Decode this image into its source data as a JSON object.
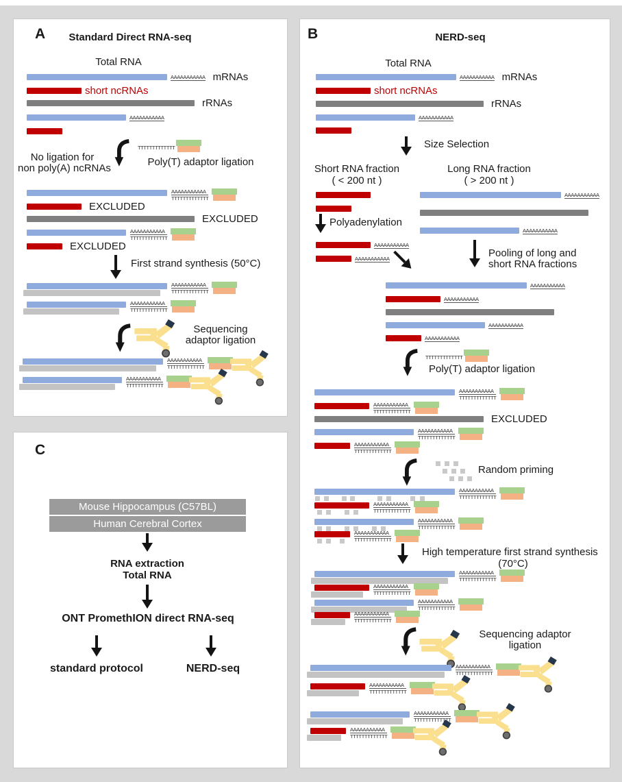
{
  "colors": {
    "mrna_blue": "#8FAADC",
    "ncrna_red": "#C00000",
    "rrna_gray": "#7F7F7F",
    "cdna_gray": "#C3C3C3",
    "adaptor_green": "#A9D18E",
    "adaptor_orange": "#F4B183",
    "seq_adaptor_yellow": "#FADF8F",
    "motor_cap_dark": "#26374C",
    "motor_circle_gray": "#6E6E6E",
    "primer_gray": "#C9C9C9",
    "background_gray": "#D9D9D9"
  },
  "motifs": {
    "polyA": "AAAAAAAAAAA",
    "polyT": "TTTTTTTTTTTTT"
  },
  "panelA": {
    "label": "A",
    "title": "Standard Direct RNA-seq",
    "total_rna": "Total RNA",
    "mrnas": "mRNAs",
    "short_ncrnas": "short ncRNAs",
    "rrnas": "rRNAs",
    "no_ligation_1": "No ligation for",
    "no_ligation_2": "non poly(A) ncRNAs",
    "polyt_ligation": "Poly(T) adaptor ligation",
    "excluded": "EXCLUDED",
    "first_strand": "First strand synthesis (50°C)",
    "seq_adaptor_1": "Sequencing",
    "seq_adaptor_2": "adaptor ligation"
  },
  "panelB": {
    "label": "B",
    "title": "NERD-seq",
    "total_rna": "Total RNA",
    "mrnas": "mRNAs",
    "short_ncrnas": "short ncRNAs",
    "rrnas": "rRNAs",
    "size_selection": "Size Selection",
    "short_fraction_1": "Short RNA fraction",
    "short_fraction_2": "( < 200 nt )",
    "long_fraction_1": "Long RNA fraction",
    "long_fraction_2": "( > 200 nt )",
    "polyadenylation": "Polyadenylation",
    "pooling_1": "Pooling of long and",
    "pooling_2": "short RNA fractions",
    "polyt_ligation": "Poly(T) adaptor ligation",
    "excluded": "EXCLUDED",
    "random_priming": "Random priming",
    "first_strand_1": "High temperature first strand synthesis",
    "first_strand_2": "(70°C)",
    "seq_adaptor_1": "Sequencing adaptor",
    "seq_adaptor_2": "ligation"
  },
  "panelC": {
    "label": "C",
    "boxes": [
      "Mouse Hippocampus (C57BL)",
      "Human Cerebral Cortex"
    ],
    "rna_extraction_1": "RNA extraction",
    "rna_extraction_2": "Total RNA",
    "ont": "ONT PromethION direct RNA-seq",
    "standard": "standard protocol",
    "nerd": "NERD-seq"
  }
}
